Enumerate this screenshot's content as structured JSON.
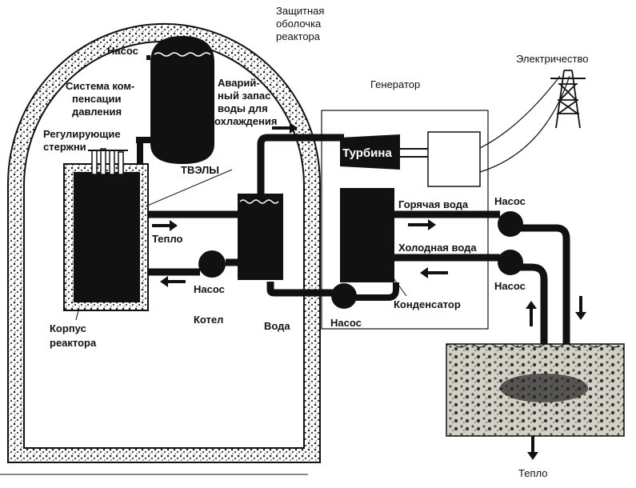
{
  "colors": {
    "ink": "#111111",
    "containment_fill": "#d8d4c8",
    "water": "#c9c6bc"
  },
  "labels": {
    "containment": [
      "Защитная",
      "оболочка",
      "реактора"
    ],
    "pump_top": "Насос",
    "pressurizer": [
      "Система ком-",
      "пенсации",
      "давления"
    ],
    "emergency_tank": [
      "Аварий-",
      "ный запас",
      "воды для",
      "охлаждения"
    ],
    "control_rods": [
      "Регулирующие",
      "стержни"
    ],
    "fuel_rods": "ТВЭЛЫ",
    "heat_reactor": "Тепло",
    "pump_reactor": "Насос",
    "boiler": "Котел",
    "water": "Вода",
    "vessel": [
      "Корпус",
      "реактора"
    ],
    "turbine": "Турбина",
    "generator": "Генератор",
    "electricity": "Электричество",
    "hot_water": "Горячая вода",
    "cold_water": "Холодная вода",
    "pump_hot": "Насос",
    "pump_cold": "Насос",
    "condenser": "Конденсатор",
    "pump_condenser": "Насос",
    "heat_out": "Тепло"
  },
  "icons": {
    "pylon": "transmission-tower-icon",
    "arrow": "flow-arrow-icon"
  }
}
